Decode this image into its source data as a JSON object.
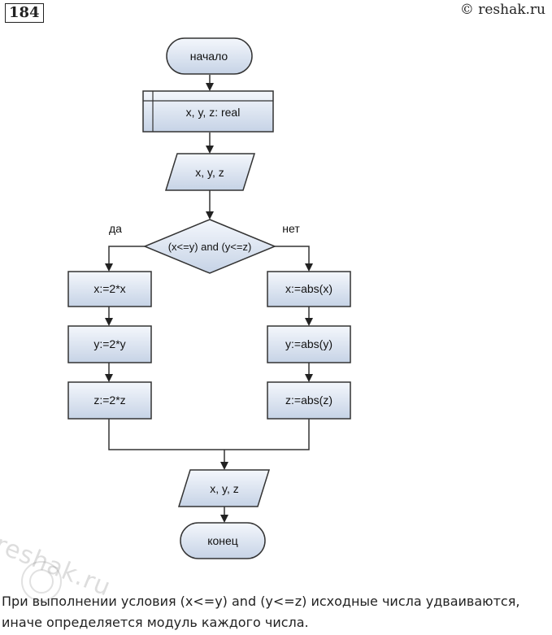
{
  "header": {
    "problem_number": "184",
    "credit": "© reshak.ru"
  },
  "flowchart": {
    "start": "начало",
    "declare": "x, y, z: real",
    "input": "x, y, z",
    "condition": "(x<=y) and (y<=z)",
    "yes_label": "да",
    "no_label": "нет",
    "yes_branch": [
      "x:=2*x",
      "y:=2*y",
      "z:=2*z"
    ],
    "no_branch": [
      "x:=abs(x)",
      "y:=abs(y)",
      "z:=abs(z)"
    ],
    "output": "x, y, z",
    "end": "конец"
  },
  "caption": "При выполнении условия (x<=y) and (y<=z) исходные числа удваиваются, иначе определяется модуль каждого числа.",
  "watermark": "reshak.ru",
  "colors": {
    "block_fill_top": "#f3f6fb",
    "block_fill_bottom": "#c9d6e8",
    "stroke": "#333333"
  }
}
